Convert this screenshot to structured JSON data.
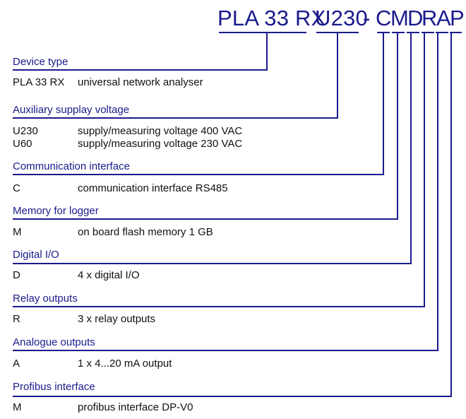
{
  "header": {
    "model": "PLA 33 RX",
    "voltage": "U230",
    "dash": "-",
    "letters": [
      "C",
      "M",
      "D",
      "R",
      "A",
      "P"
    ]
  },
  "sections": [
    {
      "title": "Device type",
      "rows": [
        {
          "code": "PLA 33 RX",
          "desc": "universal network analyser"
        }
      ]
    },
    {
      "title": "Auxiliary supplay voltage",
      "rows": [
        {
          "code": "U230",
          "desc": "supply/measuring voltage 400 VAC"
        },
        {
          "code": "U60",
          "desc": "supply/measuring voltage 230 VAC"
        }
      ]
    },
    {
      "title": "Communication interface",
      "rows": [
        {
          "code": "C",
          "desc": "communication interface RS485"
        }
      ]
    },
    {
      "title": "Memory for logger",
      "rows": [
        {
          "code": "M",
          "desc": "on board flash memory 1 GB"
        }
      ]
    },
    {
      "title": "Digital I/O",
      "rows": [
        {
          "code": "D",
          "desc": "4 x digital I/O"
        }
      ]
    },
    {
      "title": "Relay outputs",
      "rows": [
        {
          "code": "R",
          "desc": "3 x relay outputs"
        }
      ]
    },
    {
      "title": "Analogue outputs",
      "rows": [
        {
          "code": "A",
          "desc": "1 x 4...20 mA output"
        }
      ]
    },
    {
      "title": "Profibus interface",
      "rows": [
        {
          "code": "M",
          "desc": "profibus interface DP-V0"
        }
      ]
    }
  ]
}
